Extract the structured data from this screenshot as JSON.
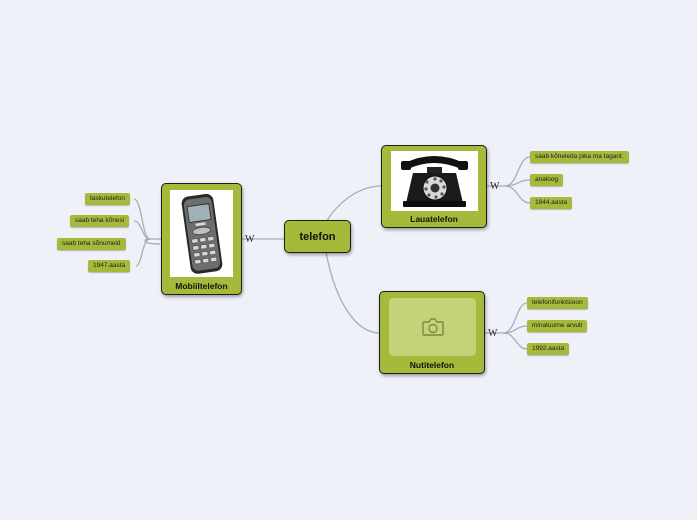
{
  "central": {
    "label": "telefon"
  },
  "branches": [
    {
      "label": "Lauatelefon",
      "image": "rotary-desk-phone",
      "link_icon": "W",
      "leaves": [
        "saab kõneleda pika ma tagant.",
        "analoog",
        "1844.aasta"
      ]
    },
    {
      "label": "Nutitelefon",
      "image": "camera-placeholder-icon",
      "link_icon": "W",
      "leaves": [
        "telefonifunktsioon",
        "minatuurne arvuti",
        "1992.aasta"
      ]
    },
    {
      "label": "Mobiiltelefon",
      "image": "nokia-mobile-phone",
      "link_icon": "W",
      "leaves": [
        "taskutelefon",
        "saab teha kõnesi",
        "saab teha sõnumeid",
        "1947.aasta"
      ]
    }
  ],
  "colors": {
    "background": "#eef1f8",
    "node_fill": "#a6b93a",
    "node_border": "#1b1f12",
    "connector": "#a7acb6"
  }
}
